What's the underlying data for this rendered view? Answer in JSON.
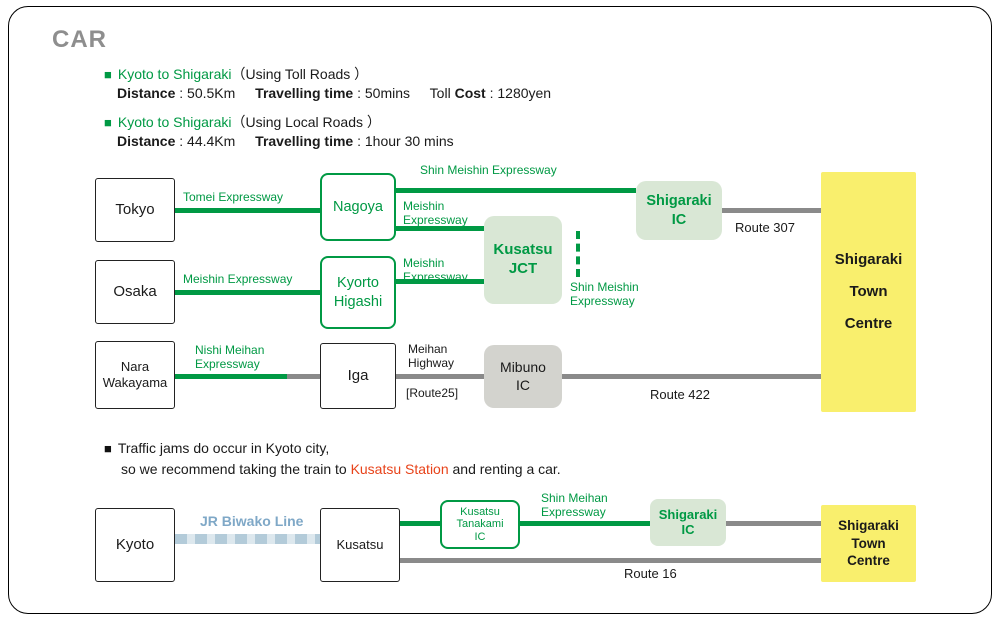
{
  "title": "CAR",
  "bullet": "■",
  "sep": " : ",
  "info": [
    {
      "route": "Kyoto to Shigaraki",
      "suffix": "（Using Toll Roads ）",
      "pairs": [
        {
          "label": "Distance",
          "value": "50.5Km"
        },
        {
          "label": "Travelling time",
          "value": "50mins"
        },
        {
          "prefix": "Toll ",
          "label": "Cost",
          "value": "1280yen"
        }
      ]
    },
    {
      "route": "Kyoto to Shigaraki",
      "suffix": "（Using Local Roads ）",
      "pairs": [
        {
          "label": "Distance",
          "value": "44.4Km"
        },
        {
          "label": "Travelling time",
          "value": "1hour 30 mins"
        }
      ]
    }
  ],
  "nodes": {
    "tokyo": "Tokyo",
    "osaka": "Osaka",
    "nara": "Nara Wakayama",
    "nagoya": "Nagoya",
    "kyorto_higashi": "Kyorto Higashi",
    "iga": "Iga",
    "kusatsu_jct": "Kusatsu JCT",
    "shigaraki_ic": "Shigaraki IC",
    "mibuno_ic": "Mibuno IC",
    "town_centre": "Shigaraki Town Centre",
    "kyoto": "Kyoto",
    "kusatsu": "Kusatsu",
    "kusatsu_tanakami": "Kusatsu Tanakami IC",
    "shigaraki_ic_south": "Shigaraki IC",
    "town_centre_south": "Shigaraki Town Centre"
  },
  "edges": {
    "tomei": "Tomei Expressway",
    "shin_meishin_top": "Shin Meishin Expressway",
    "meishin_nagoya": "Meishin Expressway",
    "meishin_osaka": "Meishin Expressway",
    "meishin_kyorto": "Meishin Expressway",
    "shin_meishin_dashed": "Shin Meishin Expressway",
    "nishi_meihan": "Nishi Meihan Expressway",
    "meihan_highway": "Meihan Highway",
    "route25": "[Route25]",
    "route307": "Route 307",
    "route422": "Route 422",
    "jr_biwako": "JR Biwako Line",
    "shin_meihan": "Shin Meihan Expressway",
    "route16": "Route 16"
  },
  "note": {
    "line1": "Traffic jams do occur in Kyoto city,",
    "pre": "so we recommend taking the train to ",
    "highlight": "Kusatsu Station",
    "post": " and renting a car."
  },
  "colors": {
    "green": "#009944",
    "light_green": "#d9e7d5",
    "gray_line": "#8a8a8a",
    "gray_fill": "#d3d3ce",
    "yellow": "#f9ef6d",
    "orange": "#e8431a",
    "jr_blue": "#7fa8c7"
  }
}
